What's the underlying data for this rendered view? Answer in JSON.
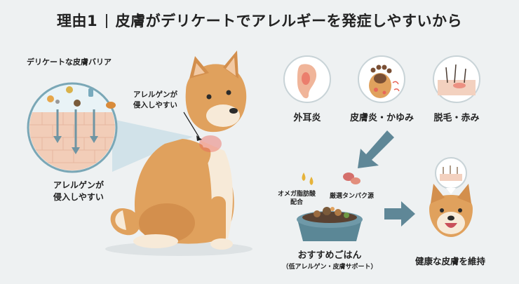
{
  "header": {
    "title_prefix": "理由1",
    "title_text": "皮膚がデリケートでアレルギーを発症しやすいから"
  },
  "barrier": {
    "title": "デリケートな皮膚バリア",
    "callout_top_line1": "アレルゲンが",
    "callout_top_line2": "侵入しやすい",
    "callout_bottom_line1": "アレルゲンが",
    "callout_bottom_line2": "侵入しやすい"
  },
  "conditions": [
    {
      "label": "外耳炎",
      "icon": "ear-icon"
    },
    {
      "label": "皮膚炎・かゆみ",
      "icon": "paw-icon"
    },
    {
      "label": "脱毛・赤み",
      "icon": "hair-follicle-icon"
    }
  ],
  "food": {
    "omega_line1": "オメガ脂肪酸",
    "omega_line2": "配合",
    "protein": "厳選タンパク源",
    "title": "おすすめごはん",
    "subtitle": "（低アレルゲン・皮膚サポート）"
  },
  "result": {
    "label": "健康な皮膚を維持"
  },
  "colors": {
    "background": "#eef1f2",
    "dog_fur": "#e0a15d",
    "dog_cream": "#f7ead8",
    "arrow": "#5f8797",
    "skin": "#f3d1bf",
    "redness": "#e8665a"
  }
}
